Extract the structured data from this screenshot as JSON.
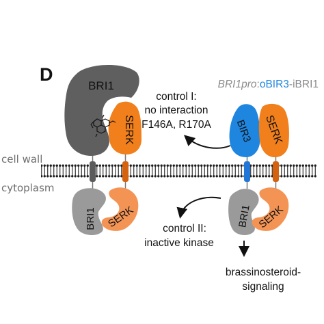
{
  "panel": {
    "letter": "D"
  },
  "membrane": {
    "top_label": "cell wall",
    "bottom_label": "cytoplasm"
  },
  "left_complex": {
    "ecto_receptor": "BRI1",
    "ecto_coreceptor": "SERK",
    "ligand": "brassinosteroid",
    "kinase_receptor": "BRI1",
    "kinase_coreceptor": "SERK"
  },
  "construct": {
    "promoter": "BRI1pro",
    "separator": ":",
    "ecto": "oBIR3",
    "dash": "-",
    "intracellular": "iBRI1"
  },
  "right_complex": {
    "ecto_receptor": "BIR3",
    "ecto_coreceptor": "SERK",
    "kinase_receptor": "BRI1",
    "kinase_coreceptor": "SERK"
  },
  "control_1": {
    "line1": "control I:",
    "line2": "no interaction",
    "line3": "F146A, R170A"
  },
  "control_2": {
    "line1": "control II:",
    "line2": "inactive kinase"
  },
  "output": {
    "line1": "brassinosteroid-",
    "line2": "signaling"
  },
  "colors": {
    "bri1": "#5f5f5f",
    "bri1_kinase": "#9a9a9a",
    "serk": "#f07f1c",
    "serk_kinase": "#f39455",
    "bir3": "#1f86e0",
    "tm_serk": "#d4620f",
    "tm_bri1": "#5b5b5b",
    "tm_bir3": "#2277d6",
    "construct_promoter": "#8a8a8a",
    "construct_ecto": "#1f86e0",
    "construct_intra": "#8a8a8a"
  }
}
